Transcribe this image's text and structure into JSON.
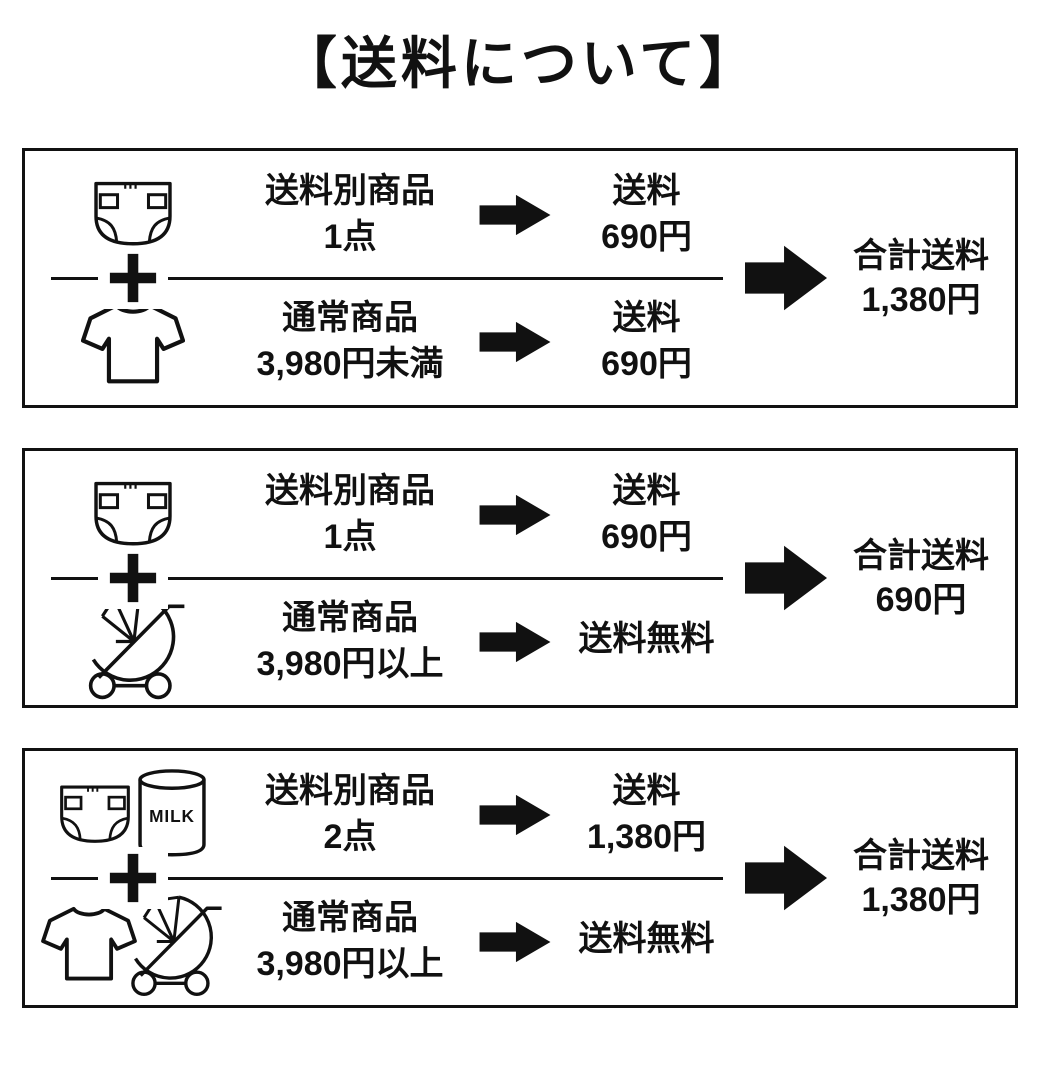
{
  "title": "【送料について】",
  "colors": {
    "ink": "#111111",
    "paper": "#ffffff"
  },
  "icons": {
    "milk_label": "MILK"
  },
  "sections": [
    {
      "rows": [
        {
          "icons": [
            "diaper"
          ],
          "label_line1": "送料別商品",
          "label_line2": "1点",
          "result_line1": "送料",
          "result_line2": "690円"
        },
        {
          "icons": [
            "tshirt"
          ],
          "label_line1": "通常商品",
          "label_line2": "3,980円未満",
          "result_line1": "送料",
          "result_line2": "690円"
        }
      ],
      "total_line1": "合計送料",
      "total_line2": "1,380円"
    },
    {
      "rows": [
        {
          "icons": [
            "diaper"
          ],
          "label_line1": "送料別商品",
          "label_line2": "1点",
          "result_line1": "送料",
          "result_line2": "690円"
        },
        {
          "icons": [
            "stroller"
          ],
          "label_line1": "通常商品",
          "label_line2": "3,980円以上",
          "result_line1": "送料無料",
          "result_line2": ""
        }
      ],
      "total_line1": "合計送料",
      "total_line2": "690円"
    },
    {
      "rows": [
        {
          "icons": [
            "diaper",
            "milk-can"
          ],
          "label_line1": "送料別商品",
          "label_line2": "2点",
          "result_line1": "送料",
          "result_line2": "1,380円"
        },
        {
          "icons": [
            "tshirt",
            "stroller"
          ],
          "label_line1": "通常商品",
          "label_line2": "3,980円以上",
          "result_line1": "送料無料",
          "result_line2": ""
        }
      ],
      "total_line1": "合計送料",
      "total_line2": "1,380円"
    }
  ]
}
